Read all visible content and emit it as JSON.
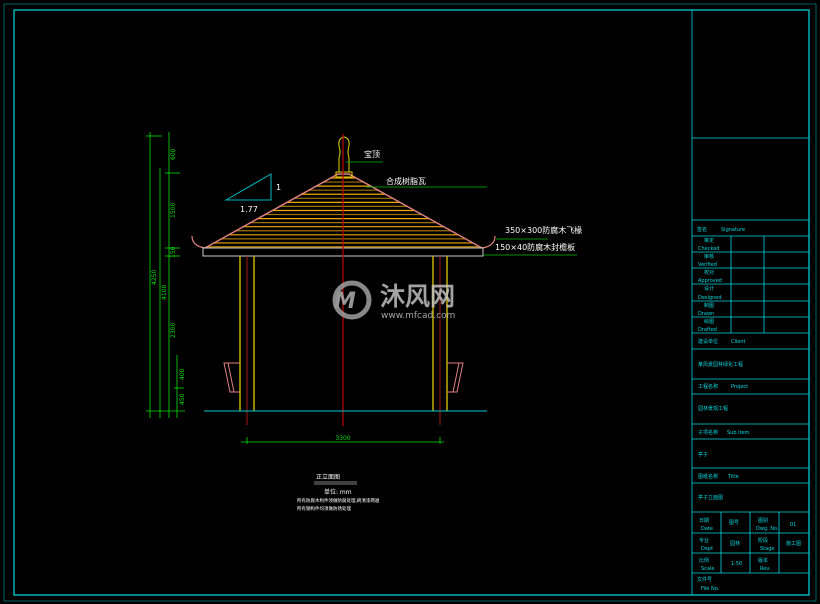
{
  "drawing": {
    "annotations": {
      "finial": "宝顶",
      "roof_tile": "合成树脂瓦",
      "rafter": "350×300防腐木飞椽",
      "fascia": "150×40防腐木封檐板"
    },
    "slope": {
      "rise": "1",
      "run": "1.77"
    },
    "dimensions": {
      "width": "3300",
      "overall_height": "4250",
      "finial_height": "600",
      "roof_height": "1500",
      "eave_height": "150",
      "column_height": "2300",
      "bench_upper": "400",
      "bench_lower": "450",
      "sub_total": "4100"
    },
    "caption": {
      "title": "正立面图",
      "unit": "单位: mm",
      "note_1": "所有防腐木构件须做防腐处理,刷清漆两遍",
      "note_2": "所有钢构件均须做防锈处理"
    }
  },
  "watermark": {
    "brand": "沐风网",
    "url": "www.mfcad.com"
  },
  "title_block": {
    "signature": {
      "cn": "签名",
      "en": "Signature"
    },
    "rows": [
      {
        "cn": "审定",
        "en": "Checked"
      },
      {
        "cn": "审核",
        "en": "Verified"
      },
      {
        "cn": "校对",
        "en": "Approved"
      },
      {
        "cn": "设计",
        "en": "Designed"
      },
      {
        "cn": "制图",
        "en": "Drawn"
      },
      {
        "cn": "绘图",
        "en": "Drafted"
      }
    ],
    "client": {
      "cn": "建设单位",
      "en": "Client"
    },
    "client_value": "某风景园林绿化工程",
    "project": {
      "cn": "工程名称",
      "en": "Project"
    },
    "project_value": "园林景观工程",
    "subitem": {
      "cn": "子项名称",
      "en": "Sub item"
    },
    "subitem_value": "亭子",
    "title": {
      "cn": "图纸名称",
      "en": "Title"
    },
    "title_value": "亭子立面图",
    "grid": [
      {
        "cn": "日期",
        "en": "Date"
      },
      {
        "cn": "图号",
        "en": ""
      },
      {
        "cn": "图别",
        "en": "Dwg. No."
      },
      {
        "cn": "",
        "en": "01"
      },
      {
        "cn": "专业",
        "en": "Dept"
      },
      {
        "cn": "园林",
        "en": ""
      },
      {
        "cn": "阶段",
        "en": "Stage"
      },
      {
        "cn": "施工图",
        "en": ""
      },
      {
        "cn": "比例",
        "en": "Scale"
      },
      {
        "cn": "1:50",
        "en": ""
      },
      {
        "cn": "版本",
        "en": "Rev."
      },
      {
        "cn": "",
        "en": ""
      }
    ],
    "file_no": {
      "cn": "文件号",
      "en": "File No."
    }
  },
  "colors": {
    "border": "#00d8e0",
    "dimension": "#00e000",
    "roof": "#e0a000",
    "roof_edge": "#e08080",
    "column": "#c0b000",
    "centerline": "#c00000"
  }
}
